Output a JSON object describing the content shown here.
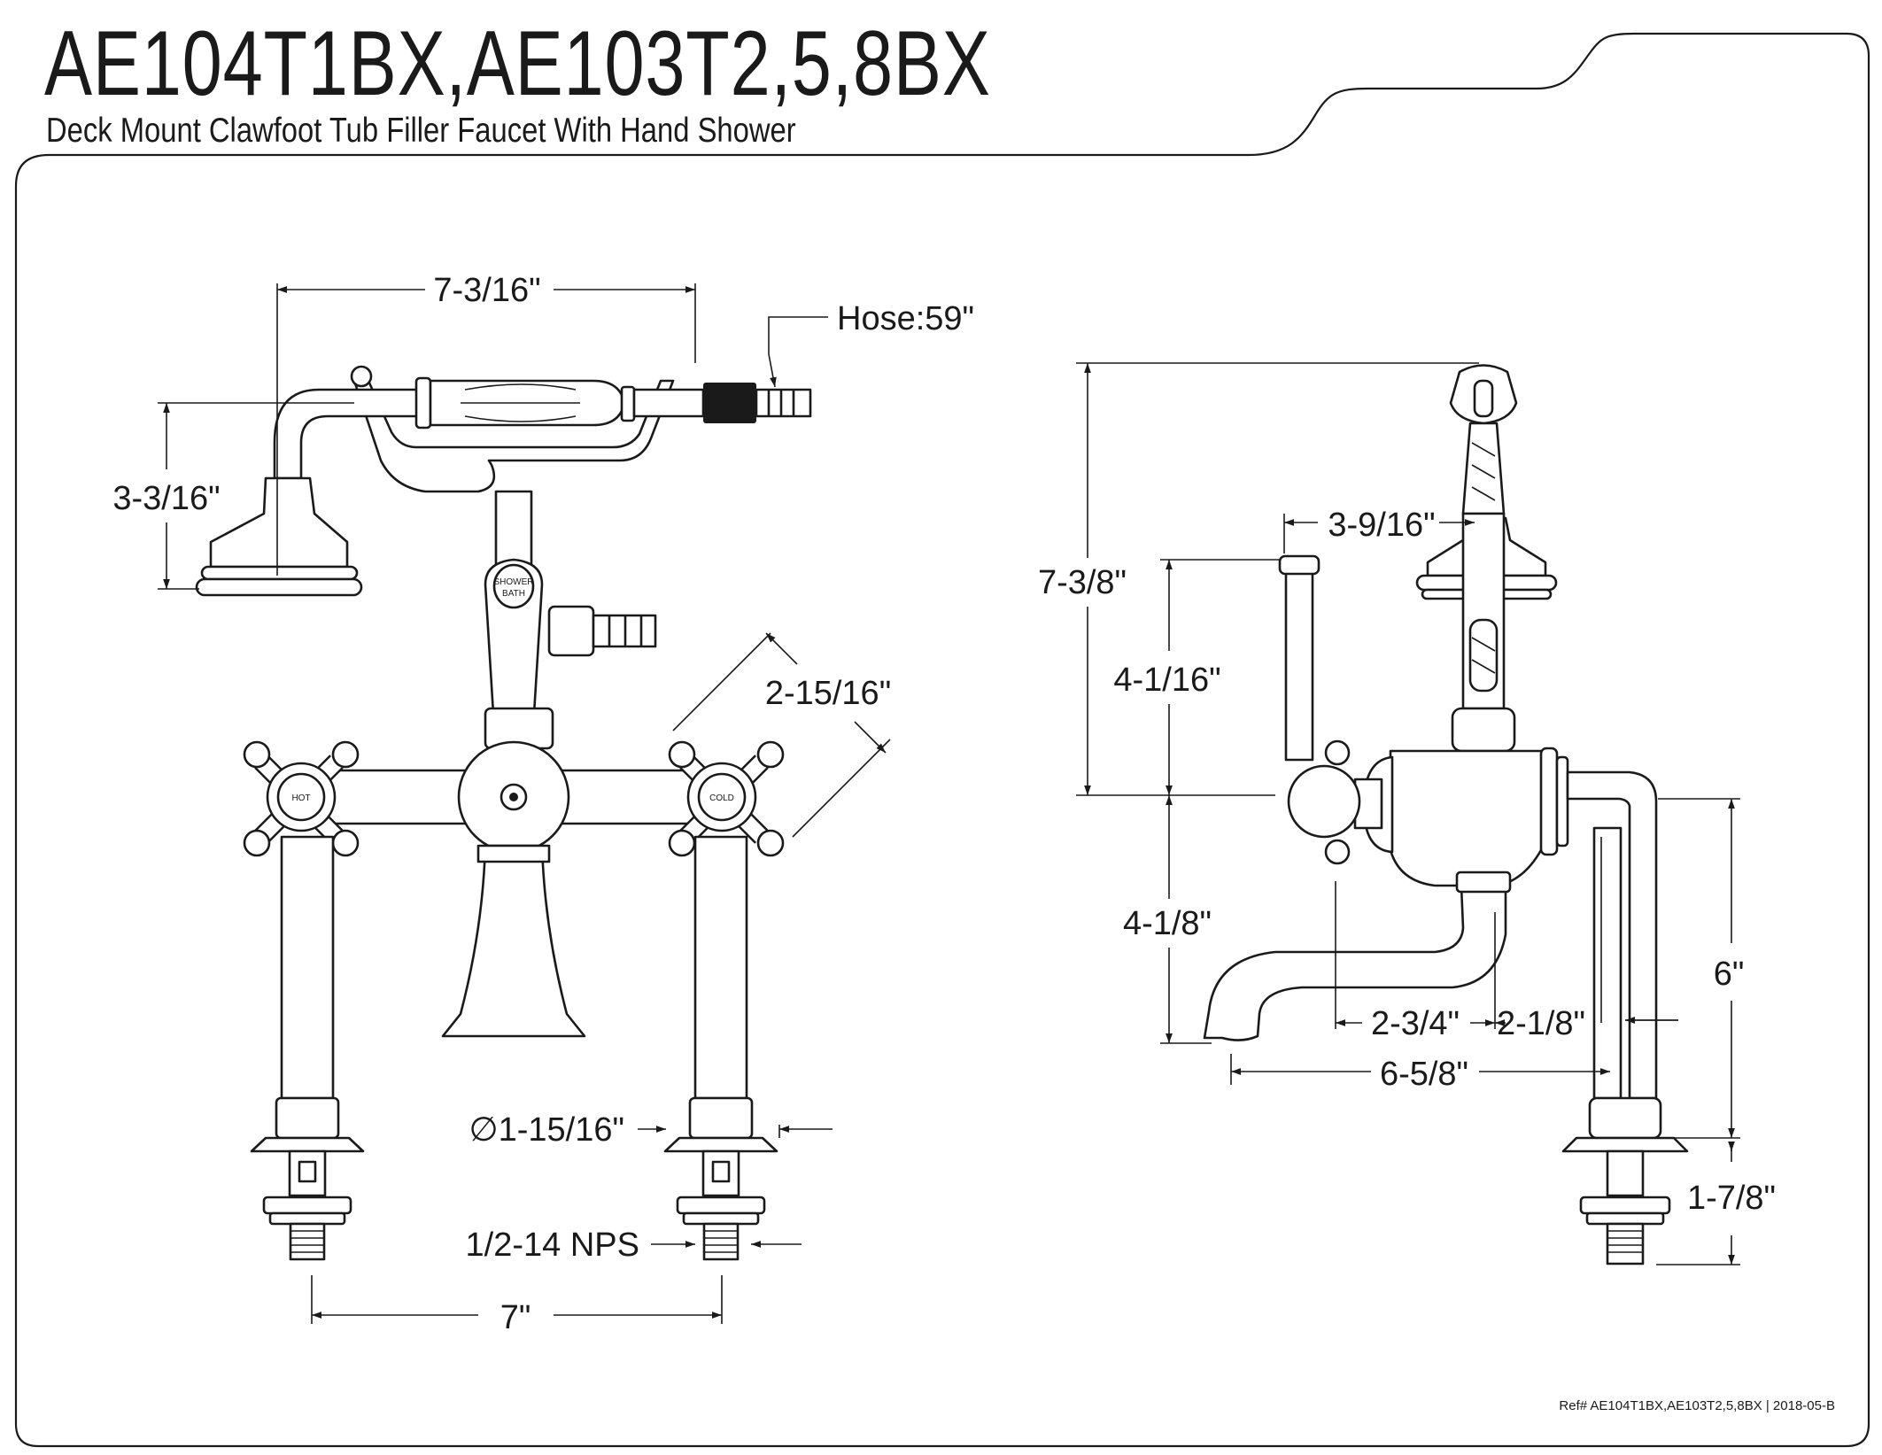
{
  "header": {
    "title": "AE104T1BX,AE103T2,5,8BX",
    "subtitle": "Deck Mount Clawfoot Tub Filler Faucet With Hand Shower"
  },
  "front_view": {
    "width_handshower": "7-3/16\"",
    "hose_length": "Hose:59\"",
    "handshower_height": "3-3/16\"",
    "handle_spread": "2-15/16\"",
    "shank_diameter": "∅1-15/16\"",
    "thread_size": "1/2-14 NPS",
    "center_spread": "7\"",
    "hot_label": "HOT",
    "cold_label": "COLD",
    "diverter_label_top": "SHOWER",
    "diverter_label_bottom": "BATH"
  },
  "side_view": {
    "overall_height": "7-3/8\"",
    "cradle_offset": "3-9/16\"",
    "body_height": "4-1/16\"",
    "spout_drop": "4-1/8\"",
    "leg_height": "6\"",
    "spout_offset_a": "2-3/4\"",
    "spout_offset_b": "2-1/8\"",
    "spout_reach": "6-5/8\"",
    "shank_length": "1-7/8\""
  },
  "footer": {
    "reference": "Ref# AE104T1BX,AE103T2,5,8BX | 2018-05-B"
  }
}
